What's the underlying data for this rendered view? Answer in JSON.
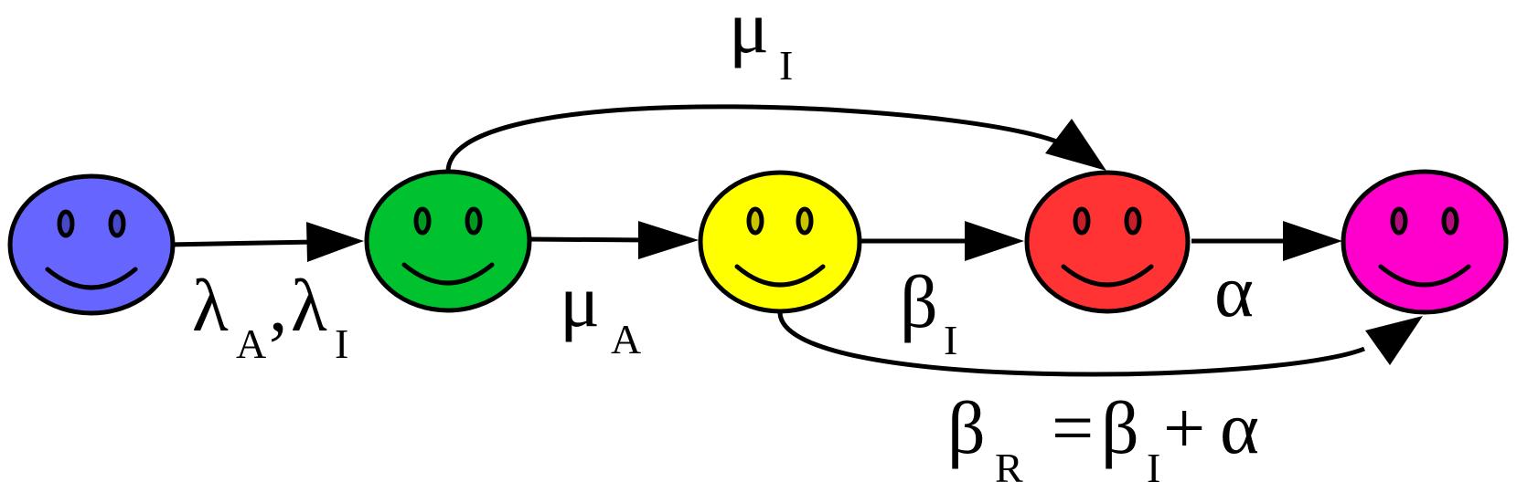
{
  "colors": {
    "susceptible": "#6666ff",
    "exposed": "#00c22e",
    "infectious": "#ffff00",
    "recovered": "#ff3333",
    "removed": "#ff00cc",
    "eyes_blue": "#4848c8",
    "eyes_green": "#009a22",
    "eyes_yellow": "#c8c400",
    "eyes_red": "#c81e2a",
    "eyes_magenta": "#b0107a"
  },
  "nodes": [
    {
      "id": "blue-face",
      "color_key": "susceptible",
      "icon": "smiley-face-icon"
    },
    {
      "id": "green-face",
      "color_key": "exposed",
      "icon": "smiley-face-icon"
    },
    {
      "id": "yellow-face",
      "color_key": "infectious",
      "icon": "smiley-face-icon"
    },
    {
      "id": "red-face",
      "color_key": "recovered",
      "icon": "smiley-face-icon"
    },
    {
      "id": "magenta-face",
      "color_key": "removed",
      "icon": "smiley-face-icon"
    }
  ],
  "labels": {
    "lambda_sym": "λ",
    "lambda_sub_a": "A",
    "comma": ",",
    "lambda_sub_i": "I",
    "mu_sym": "μ",
    "mu_a_sub": "A",
    "mu_i_sub": "I",
    "beta_sym": "β",
    "beta_i_sub": "I",
    "alpha": "α",
    "beta_r_sub": "R",
    "equals": "=",
    "beta_rhs_sub": "I",
    "plus": "+",
    "alpha_rhs": "α"
  }
}
